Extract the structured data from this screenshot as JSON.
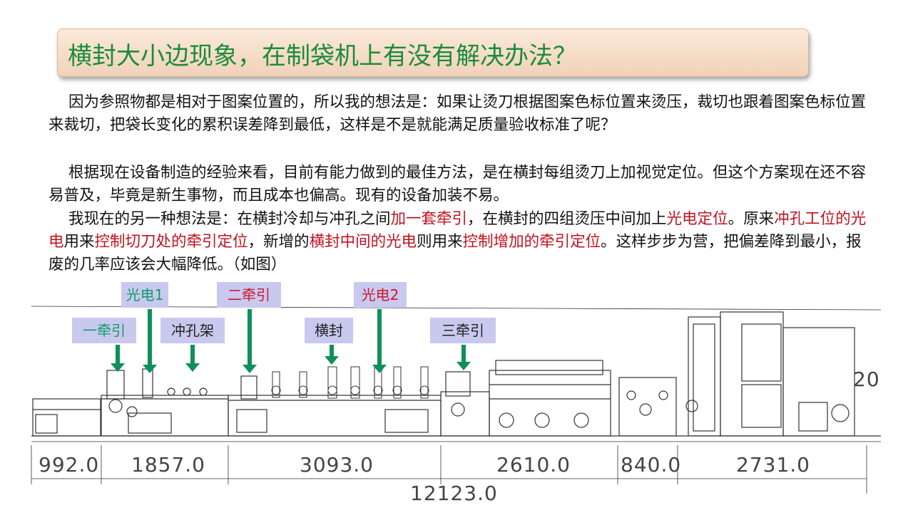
{
  "title": "横封大小边现象，在制袋机上有没有解决办法？",
  "paragraphs": {
    "p1": "因为参照物都是相对于图案位置的，所以我的想法是：如果让烫刀根据图案色标位置来烫压，裁切也跟着图案色标位置来裁切，把袋长变化的累积误差降到最低，这样是不是就能满足质量验收标准了呢？",
    "p2": "根据现在设备制造的经验来看，目前有能力做到的最佳方法，是在横封每组烫刀上加视觉定位。但这个方案现在还不容易普及，毕竟是新生事物，而且成本也偏高。现有的设备加装不易。",
    "p3": {
      "t1": "我现在的另一种想法是：在横封冷却与冲孔之间",
      "r1": "加一套牵引",
      "t2": "，在横封的四组烫压中间加上",
      "r2": "光电定位",
      "t3": "。原来",
      "r3": "冲孔工位的光电",
      "t4": "用来",
      "r4": "控制切刀处的牵引定位",
      "t5": "，新增的",
      "r5": "横封中间的光电",
      "t6": "则用来",
      "r6": "控制增加的牵引定位",
      "t7": "。这样步步为营，把偏差降到最小，报废的几率应该会大幅降低。（如图）"
    }
  },
  "labels": {
    "guangdian1": "光电1",
    "erqianyin": "二牵引",
    "guangdian2": "光电2",
    "yiqianyin": "一牵引",
    "chongkongjia": "冲孔架",
    "hengfeng": "横封",
    "sanqianyin": "三牵引"
  },
  "dimensions": {
    "d1": "992.0",
    "d2": "1857.0",
    "d3": "3093.0",
    "d4": "2610.0",
    "d5": "840.0",
    "d6": "2731.0",
    "total": "12123.0",
    "side_label": "20"
  },
  "colors": {
    "title_green": "#1a8c3a",
    "highlight_red": "#c1121f",
    "label_bg": "#c9c9ef",
    "arrow_green": "#0f8f5a"
  }
}
